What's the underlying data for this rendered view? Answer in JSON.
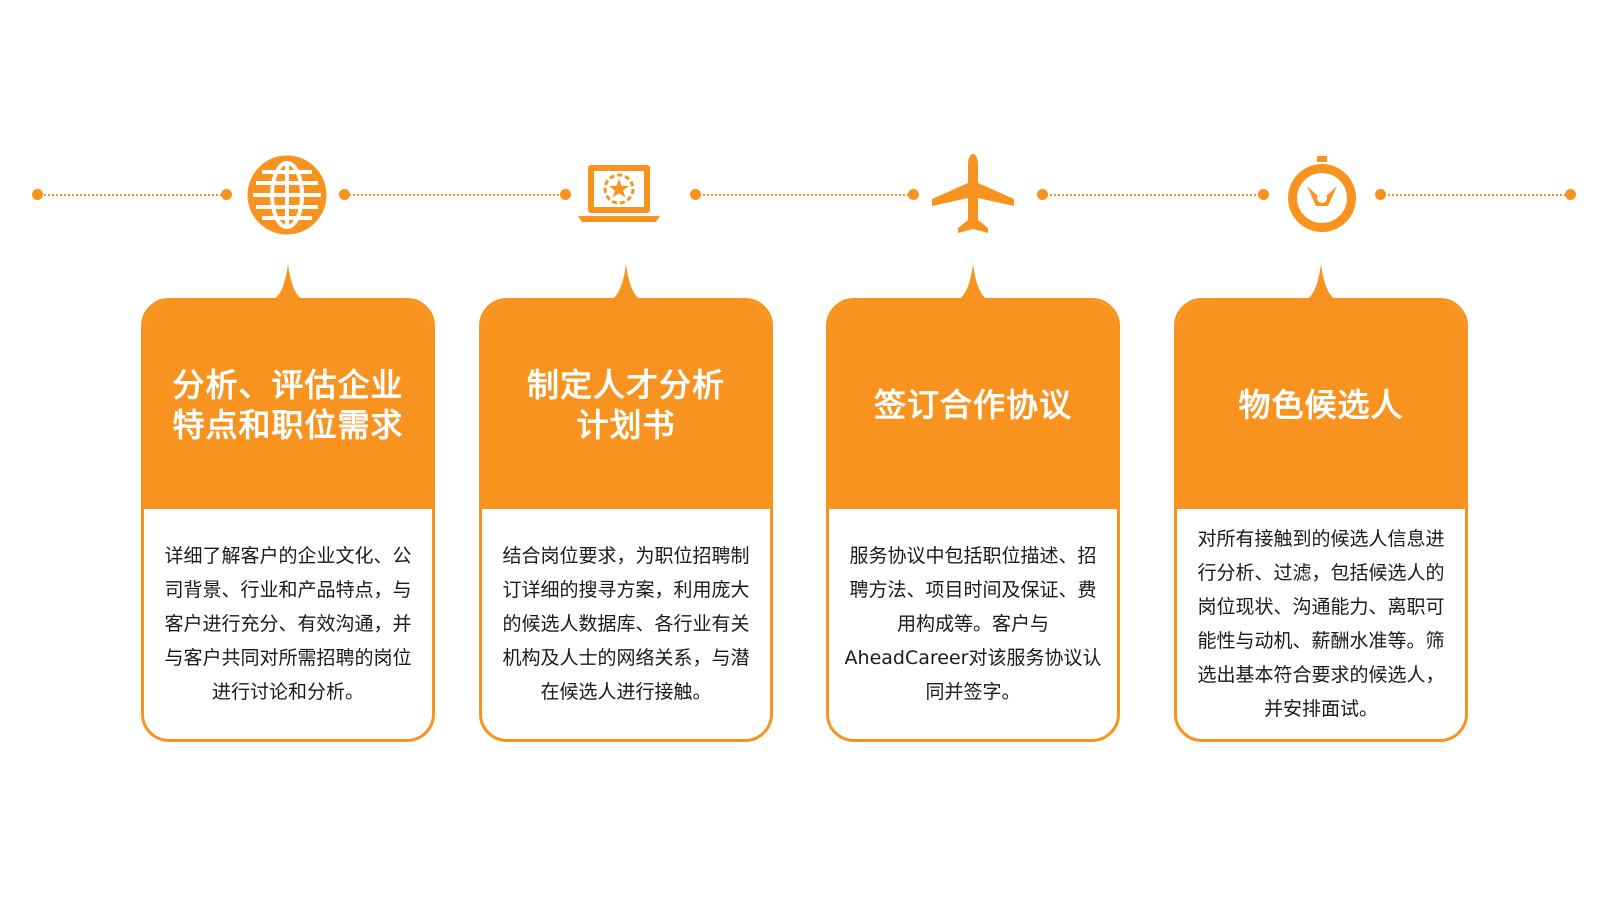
{
  "accent_color": "#F7931E",
  "steps": [
    {
      "icon": "globe-icon",
      "title_lines": [
        "分析、评估企业",
        "特点和职位需求"
      ],
      "description": "详细了解客户的企业文化、公司背景、行业和产品特点，与客户进行充分、有效沟通，并与客户共同对所需招聘的岗位进行讨论和分析。"
    },
    {
      "icon": "laptop-star-icon",
      "title_lines": [
        "制定人才分析",
        "计划书"
      ],
      "description": "结合岗位要求，为职位招聘制订详细的搜寻方案，利用庞大的候选人数据库、各行业有关机构及人士的网络关系，与潜在候选人进行接触。"
    },
    {
      "icon": "airplane-icon",
      "title_lines": [
        "签订合作协议"
      ],
      "description": "服务协议中包括职位描述、招聘方法、项目时间及保证、费用构成等。客户与AheadCareer对该服务协议认同并签字。"
    },
    {
      "icon": "clock-icon",
      "title_lines": [
        "物色候选人"
      ],
      "description": "对所有接触到的候选人信息进行分析、过滤，包括候选人的岗位现状、沟通能力、离职可能性与动机、薪酬水准等。筛选出基本符合要求的候选人，并安排面试。"
    }
  ]
}
